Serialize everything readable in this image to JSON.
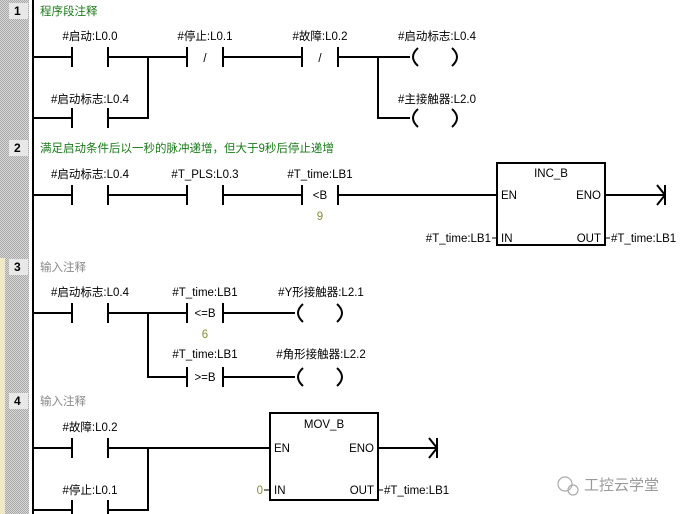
{
  "networks": [
    {
      "number": "1",
      "comment": "程序段注释",
      "contacts": [
        "#启动:L0.0",
        "#停止:L0.1",
        "#故障:L0.2",
        "#启动标志:L0.4"
      ],
      "coils": [
        "#启动标志:L0.4",
        "#主接触器:L2.0"
      ],
      "nc_mark": "/"
    },
    {
      "number": "2",
      "comment": "满足启动条件后以一秒的脉冲递增，但大于9秒后停止递增",
      "contacts": [
        "#启动标志:L0.4",
        "#T_PLS:L0.3",
        "#T_time:LB1"
      ],
      "compare_op": "<B",
      "compare_value": "9",
      "box": {
        "title": "INC_B",
        "en": "EN",
        "eno": "ENO",
        "in": "IN",
        "out": "OUT",
        "in_value": "#T_time:LB1",
        "out_value": "#T_time:LB1"
      }
    },
    {
      "number": "3",
      "comment": "输入注释",
      "contacts": [
        "#启动标志:L0.4",
        "#T_time:LB1",
        "#T_time:LB1"
      ],
      "compare_ops": [
        "<=B",
        ">=B"
      ],
      "compare_value": "6",
      "coils": [
        "#Y形接触器:L2.1",
        "#角形接触器:L2.2"
      ]
    },
    {
      "number": "4",
      "comment": "输入注释",
      "contacts": [
        "#故障:L0.2",
        "#停止:L0.1"
      ],
      "box": {
        "title": "MOV_B",
        "en": "EN",
        "eno": "ENO",
        "in": "IN",
        "out": "OUT",
        "in_value": "0",
        "out_value": "#T_time:LB1"
      }
    }
  ],
  "watermark": "工控云学堂"
}
